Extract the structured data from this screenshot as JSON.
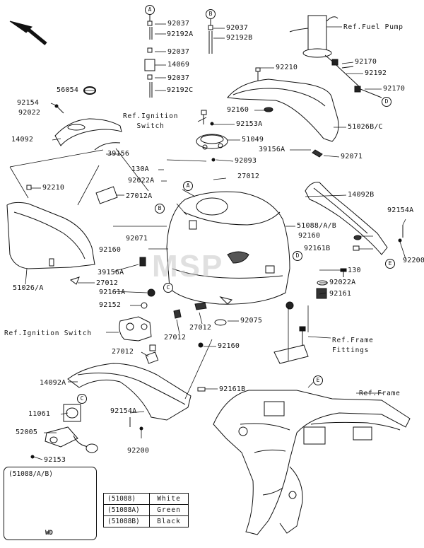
{
  "labels": {
    "p92037a": "92037",
    "p92192a": "92192A",
    "p92037b": "92037",
    "p14069": "14069",
    "p92037c": "92037",
    "p92192c": "92192C",
    "p92037d": "92037",
    "p92192b": "92192B",
    "p92210top": "92210",
    "p92170a": "92170",
    "p92192": "92192",
    "p92170b": "92170",
    "p56054": "56054",
    "p92154": "92154",
    "p92022": "92022",
    "p14092": "14092",
    "p39156": "39156",
    "p92160top": "92160",
    "p92153a": "92153A",
    "p51049": "51049",
    "p51026bc": "51026B/C",
    "p39156a_top": "39156A",
    "p92071_top": "92071",
    "p92093": "92093",
    "p130a": "130A",
    "p27012_top": "27012",
    "p92022a_left": "92022A",
    "p92210_left": "92210",
    "p27012a": "27012A",
    "p14092b": "14092B",
    "p92154a_right": "92154A",
    "p51088ab": "51088/A/B",
    "p92160_right": "92160",
    "p92161b_right": "92161B",
    "p92200_right": "92200",
    "p92071_mid": "92071",
    "p92160_left": "92160",
    "p39156a_left": "39156A",
    "p27012_left": "27012",
    "p51026a": "51026/A",
    "p92161a": "92161A",
    "p92152": "92152",
    "p130": "130",
    "p92022a_right": "92022A",
    "p92161": "92161",
    "p92075": "92075",
    "p27012_b1": "27012",
    "p27012_b2": "27012",
    "p92160_b": "92160",
    "p27012_b3": "27012",
    "p14092a": "14092A",
    "p92161b_b": "92161B",
    "p11061": "11061",
    "p52005": "52005",
    "p92153": "92153",
    "p92154a_b": "92154A",
    "p92200_b": "92200"
  },
  "refs": {
    "fuel_pump": "Ref.Fuel Pump",
    "ignition_switch_top": "Ref.Ignition\nSwitch",
    "ignition_switch": "Ref.Ignition Switch",
    "frame_fittings": "Ref.Frame\nFittings",
    "frame": "Ref.Frame"
  },
  "callouts": {
    "a_top": "A",
    "b_top": "B",
    "d_fuel": "D",
    "a_tank": "A",
    "b_tank": "B",
    "c_tank": "C",
    "d_tank": "D",
    "e_right": "E",
    "e_frame": "E",
    "c_bottom": "C"
  },
  "inset": {
    "title": "(51088/A/B)",
    "label": "WD"
  },
  "color_table": [
    {
      "code": "(51088)",
      "color": "White"
    },
    {
      "code": "(51088A)",
      "color": "Green"
    },
    {
      "code": "(51088B)",
      "color": "Black"
    }
  ],
  "watermark": "MSP"
}
